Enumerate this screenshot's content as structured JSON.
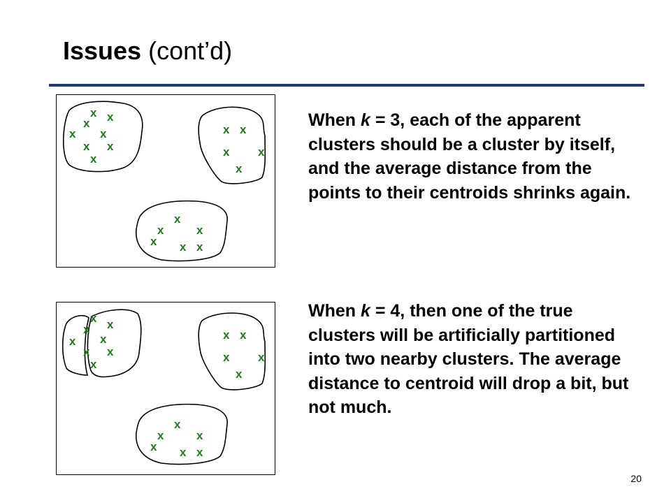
{
  "slide": {
    "title_bold": "Issues",
    "title_rest": " (cont’d)",
    "page_number": "20"
  },
  "point_marker": "x",
  "point_color": "#1e7a1e",
  "rule_color": "#1f3a6b",
  "panels": [
    {
      "k": 3,
      "text_before_k": "When ",
      "k_label": "k",
      "text_after_k": " = 3, each of the apparent clusters should be a cluster by itself, and the average distance from the points to their centroids shrinks again."
    },
    {
      "k": 4,
      "text_before_k": "When ",
      "k_label": "k",
      "text_after_k": " = 4, then one of the true clusters will be artificially partitioned into two nearby clusters. The average distance to centroid will drop a bit, but not much."
    }
  ]
}
